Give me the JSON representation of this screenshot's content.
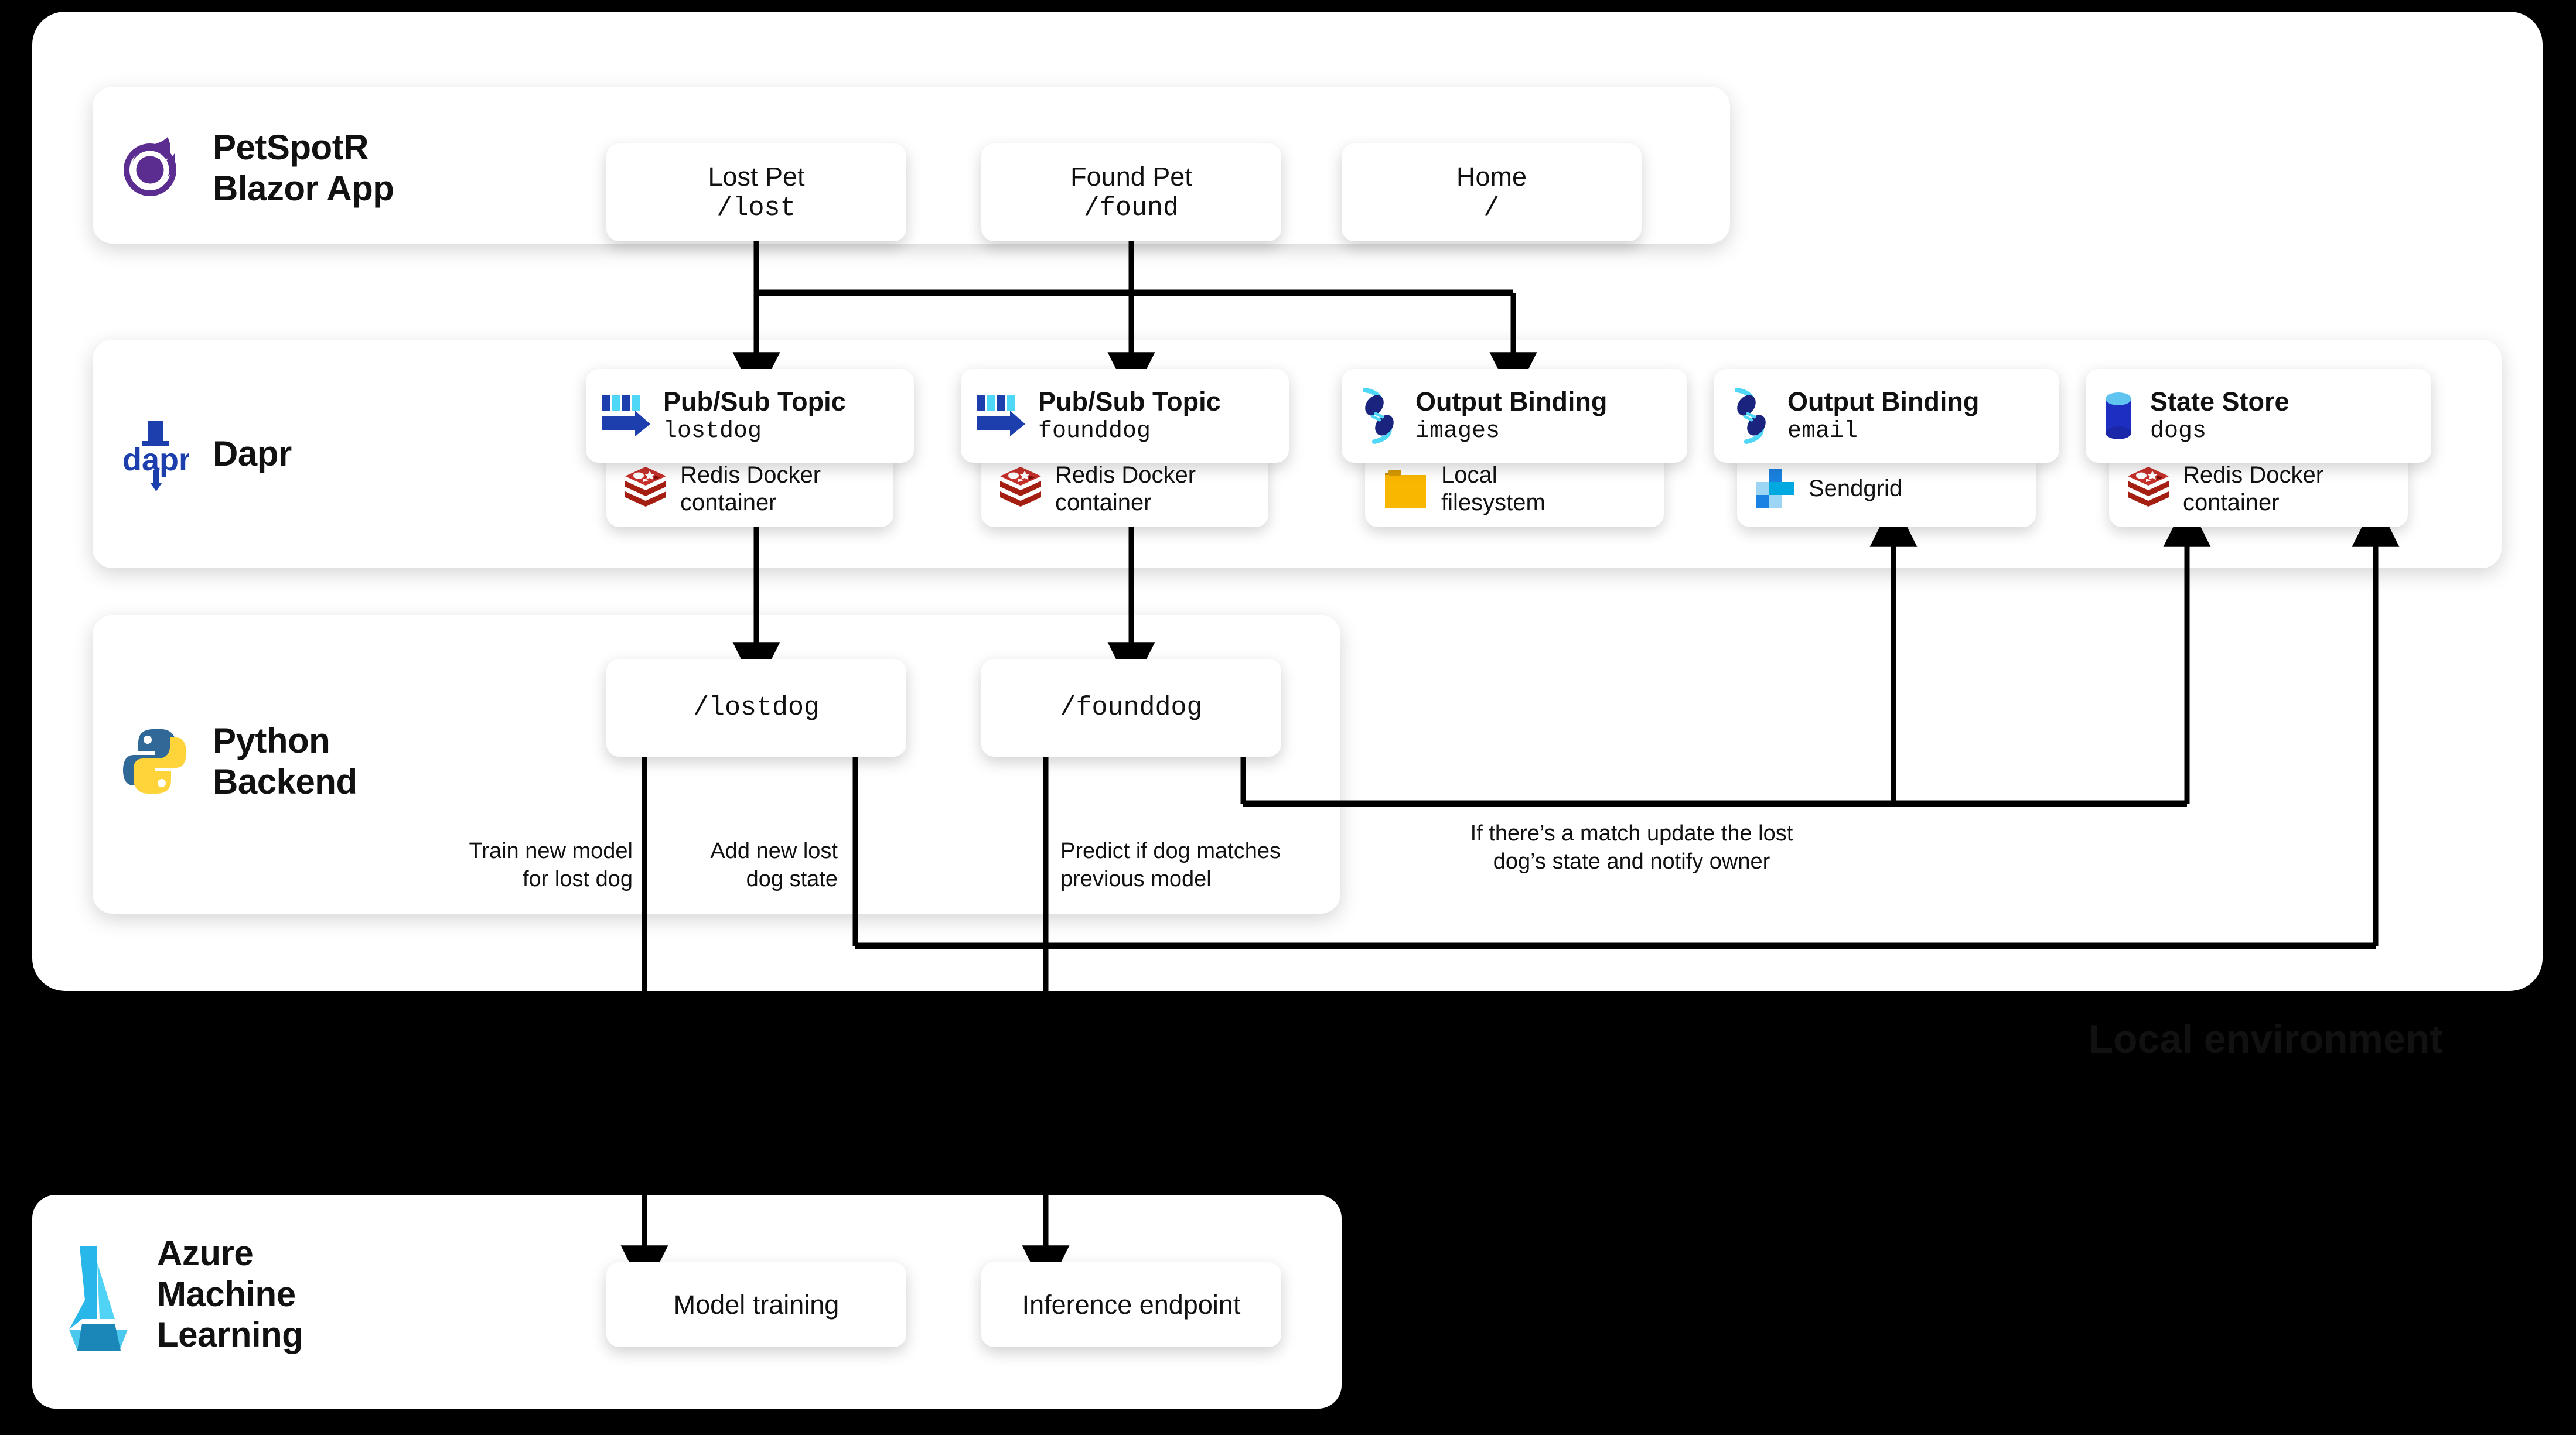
{
  "page": {
    "background": "#000000",
    "environment_label": "Local environment"
  },
  "bands": [
    {
      "id": "blazor",
      "title_line1": "PetSpotR",
      "title_line2": "Blazor App",
      "logo": "blazor-logo"
    },
    {
      "id": "dapr",
      "title_line1": "Dapr",
      "title_line2": "",
      "logo": "dapr-logo"
    },
    {
      "id": "python",
      "title_line1": "Python",
      "title_line2": "Backend",
      "logo": "python-logo"
    },
    {
      "id": "azureml",
      "title_line1": "Azure",
      "title_line2": "Machine",
      "title_line3": "Learning",
      "logo": "azure-ml-logo"
    }
  ],
  "blazor_pages": [
    {
      "name": "Lost Pet",
      "route": "/lost"
    },
    {
      "name": "Found Pet",
      "route": "/found"
    },
    {
      "name": "Home",
      "route": "/"
    }
  ],
  "dapr_components": [
    {
      "icon": "pubsub-icon",
      "title": "Pub/Sub Topic",
      "subtitle": "lostdog",
      "backing_icon": "redis-logo",
      "backing_line1": "Redis Docker",
      "backing_line2": "container"
    },
    {
      "icon": "pubsub-icon",
      "title": "Pub/Sub Topic",
      "subtitle": "founddog",
      "backing_icon": "redis-logo",
      "backing_line1": "Redis Docker",
      "backing_line2": "container"
    },
    {
      "icon": "binding-icon",
      "title": "Output Binding",
      "subtitle": "images",
      "backing_icon": "folder-icon",
      "backing_line1": "Local",
      "backing_line2": "filesystem"
    },
    {
      "icon": "binding-icon",
      "title": "Output Binding",
      "subtitle": "email",
      "backing_icon": "sendgrid-logo",
      "backing_line1": "Sendgrid",
      "backing_line2": ""
    },
    {
      "icon": "statestore-icon",
      "title": "State Store",
      "subtitle": "dogs",
      "backing_icon": "redis-logo",
      "backing_line1": "Redis Docker",
      "backing_line2": "container"
    }
  ],
  "python_endpoints": [
    {
      "route": "/lostdog"
    },
    {
      "route": "/founddog"
    }
  ],
  "azureml_nodes": [
    {
      "label": "Model training"
    },
    {
      "label": "Inference endpoint"
    }
  ],
  "annotations": [
    {
      "id": "train",
      "line1": "Train new model",
      "line2": "for lost dog"
    },
    {
      "id": "addstate",
      "line1": "Add new lost",
      "line2": "dog state"
    },
    {
      "id": "predict",
      "line1": "Predict if dog matches",
      "line2": "previous model"
    },
    {
      "id": "match",
      "line1": "If there’s a match update the lost",
      "line2": "dog’s state and notify owner"
    }
  ],
  "colors": {
    "blazor_purple": "#5C2D91",
    "dapr_blue": "#1D3FAE",
    "redis_red": "#C6302B",
    "folder_yellow": "#F9B700",
    "sendgrid_blue": "#1A82E2",
    "python_blue": "#306998",
    "python_yellow": "#FFD43B",
    "azure_cyan": "#29B6E8",
    "connector_black": "#000000"
  }
}
